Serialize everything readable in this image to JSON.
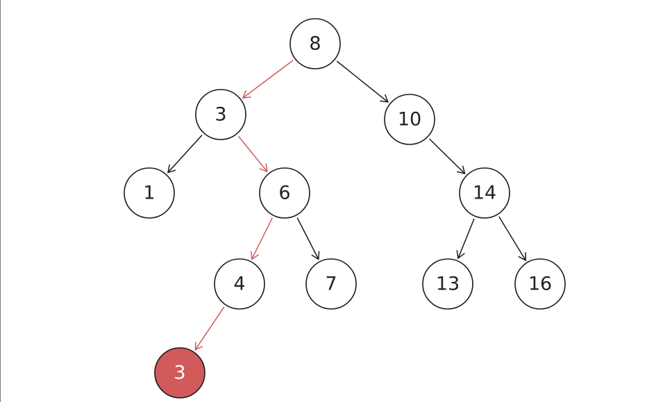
{
  "colors": {
    "node_stroke": "#1a1a1a",
    "node_fill": "#ffffff",
    "label": "#222222",
    "edge": "#1a1a1a",
    "highlight_edge": "#d15a5a",
    "highlight_fill": "#d15a5a",
    "highlight_label": "#ffffff"
  },
  "tree": {
    "nodes": [
      {
        "id": "n8",
        "label": "8"
      },
      {
        "id": "n3",
        "label": "3"
      },
      {
        "id": "n10",
        "label": "10"
      },
      {
        "id": "n1",
        "label": "1"
      },
      {
        "id": "n6",
        "label": "6"
      },
      {
        "id": "n14",
        "label": "14"
      },
      {
        "id": "n4",
        "label": "4"
      },
      {
        "id": "n7",
        "label": "7"
      },
      {
        "id": "n13",
        "label": "13"
      },
      {
        "id": "n16",
        "label": "16"
      },
      {
        "id": "n3new",
        "label": "3",
        "highlight": true
      }
    ],
    "edges": [
      {
        "from": "n8",
        "to": "n3",
        "highlight": true
      },
      {
        "from": "n8",
        "to": "n10",
        "highlight": false
      },
      {
        "from": "n3",
        "to": "n1",
        "highlight": false
      },
      {
        "from": "n3",
        "to": "n6",
        "highlight": true
      },
      {
        "from": "n10",
        "to": "n14",
        "highlight": false
      },
      {
        "from": "n6",
        "to": "n4",
        "highlight": true
      },
      {
        "from": "n6",
        "to": "n7",
        "highlight": false
      },
      {
        "from": "n14",
        "to": "n13",
        "highlight": false
      },
      {
        "from": "n14",
        "to": "n16",
        "highlight": false
      },
      {
        "from": "n4",
        "to": "n3new",
        "highlight": true
      }
    ]
  }
}
